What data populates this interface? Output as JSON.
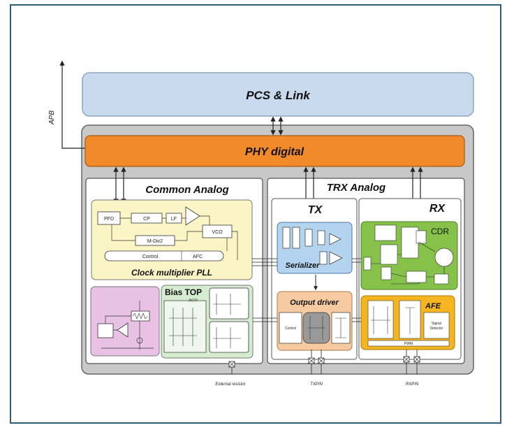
{
  "pcs_link": "PCS & Link",
  "apb": "APB",
  "phy_digital": "PHY digital",
  "common_analog": "Common Analog",
  "trx_analog": "TRX Analog",
  "tx": "TX",
  "rx": "RX",
  "pll": {
    "title": "Clock multiplier PLL",
    "pfd": "PFD",
    "cp": "CP",
    "lf": "LF",
    "vco": "VCO",
    "div": "M-Div2",
    "control": "Control",
    "afc": "AFC"
  },
  "bias_top": "Bias TOP",
  "bgr": "BGR",
  "serializer": "Serializer",
  "output_driver": "Output driver",
  "output_control": "Control",
  "cdr": "CDR",
  "afe": "AFE",
  "signal_detector": "Signal Detector",
  "pwm": "PWM",
  "bottom_labels": {
    "external_resistor": "External resistor",
    "txpn": "TXP/N",
    "rxpn": "RXP/N"
  },
  "colors": {
    "frame": "#2f5f74",
    "pcs": "#c9d9ee",
    "phy": "#f08a2a",
    "outer": "#c8c8c8",
    "pll": "#fbf5c6",
    "pink": "#e8c1e4",
    "bias": "#d6ecd0",
    "serializer": "#b3d3ee",
    "output": "#f7caa2",
    "cdr": "#86c24a",
    "afe": "#f5b521"
  }
}
